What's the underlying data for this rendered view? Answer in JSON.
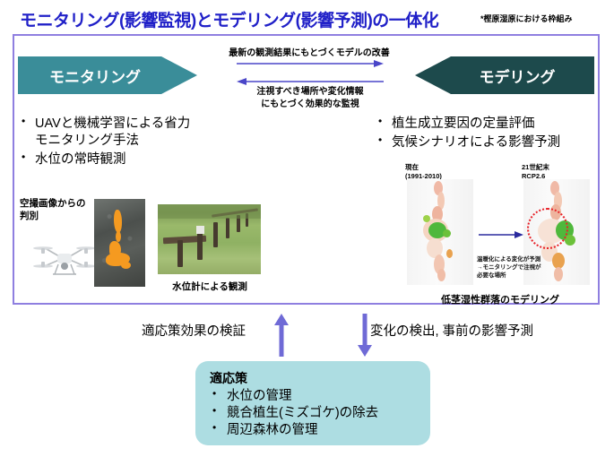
{
  "title": "モニタリング(影響監視)とモデリング(影響予測)の一体化",
  "title_note": "*樫原湿原における枠組み",
  "banners": {
    "monitoring": "モニタリング",
    "modeling": "モデリング"
  },
  "exchange": {
    "top_label": "最新の観測結果にもとづくモデルの改善",
    "bottom_label": "注視すべき場所や変化情報\nにもとづく効果的な監視",
    "arrow_color": "#4a46c8"
  },
  "monitoring": {
    "bullets": [
      "UAVと機械学習による省力\nモニタリング手法",
      "水位の常時観測"
    ],
    "aerial_caption": "空撮画像からの\n判別",
    "gauge_caption": "水位計による観測"
  },
  "modeling": {
    "bullets": [
      "植生成立要因の定量評価",
      "気候シナリオによる影響予測"
    ],
    "map_current_label": "現在\n(1991-2010)",
    "map_future_label": "21世紀末\nRCP2.6",
    "annotation": "温暖化による変化が予測\n→モニタリングで注視が\n必要な場所",
    "caption": "低茎湿性群落のモデリング",
    "focus_circle_color": "#e8232a"
  },
  "flow": {
    "left_label": "適応策効果の検証",
    "right_label": "変化の検出, 事前の影響予測",
    "arrow_color": "#6f6ad6"
  },
  "adaptation": {
    "title": "適応策",
    "bullets": [
      "水位の管理",
      "競合植生(ミズゴケ)の除去",
      "周辺森林の管理"
    ],
    "background": "#addde2"
  },
  "colors": {
    "title": "#2020c8",
    "frame_border": "#8f7fe0",
    "banner_monitoring": "#3a8d99",
    "banner_modeling": "#1d4a4c"
  }
}
